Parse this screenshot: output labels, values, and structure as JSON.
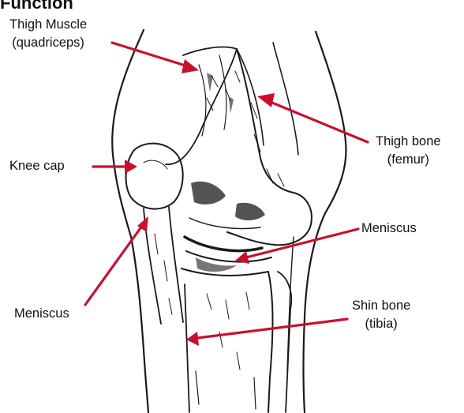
{
  "heading": "Function",
  "colors": {
    "arrow": "#c8102e",
    "ink": "#1a1a1a",
    "background": "#ffffff"
  },
  "labels": {
    "thigh_muscle": {
      "line1": "Thigh Muscle",
      "line2": "(quadriceps)"
    },
    "thigh_bone": {
      "line1": "Thigh bone",
      "line2": "(femur)"
    },
    "knee_cap": "Knee cap",
    "meniscus_right": "Meniscus",
    "meniscus_left": "Meniscus",
    "shin_bone": {
      "line1": "Shin bone",
      "line2": "(tibia)"
    }
  }
}
